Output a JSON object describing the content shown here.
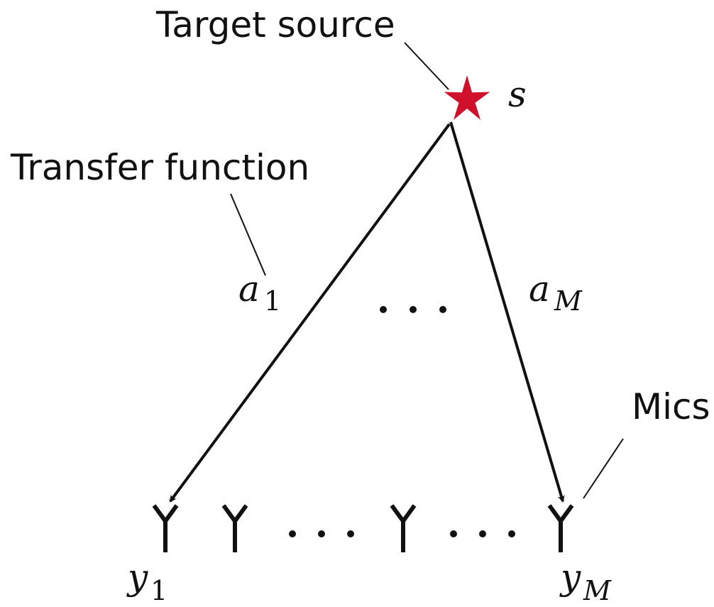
{
  "labels": {
    "target_source": "Target source",
    "transfer_function": "Transfer function",
    "mics": "Mics"
  },
  "symbols": {
    "source": "s",
    "a1_base": "a",
    "a1_sub": "1",
    "aM_base": "a",
    "aM_sub": "M",
    "y1_base": "y",
    "y1_sub": "1",
    "yM_base": "y",
    "yM_sub": "M"
  },
  "colors": {
    "source_star": "#d0112b",
    "ink": "#111111"
  },
  "icons": {
    "source": "star-icon",
    "microphone": "mic-icon"
  }
}
